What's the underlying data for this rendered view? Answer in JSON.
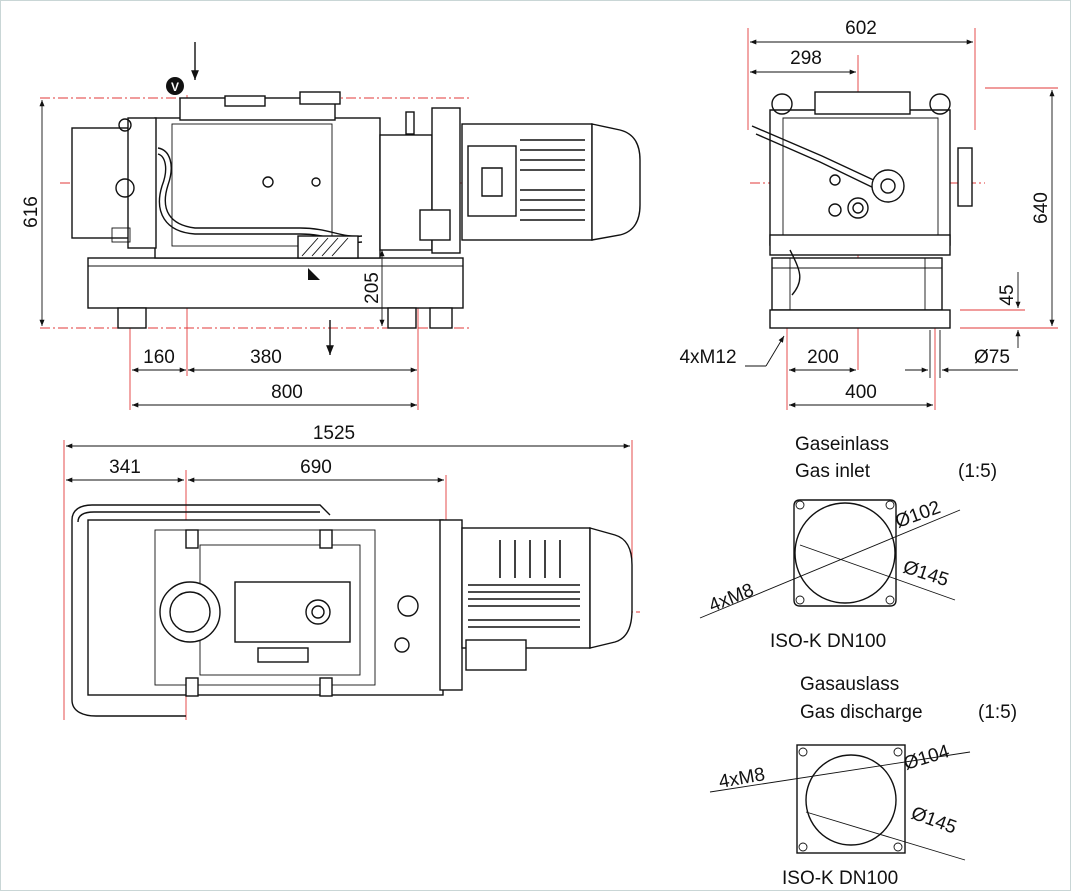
{
  "dimensions": {
    "side": {
      "height_616": "616",
      "height_205": "205",
      "d160": "160",
      "d380": "380",
      "d800": "800"
    },
    "end": {
      "width_602": "602",
      "d298": "298",
      "height_640": "640",
      "d45": "45",
      "d200": "200",
      "d400": "400",
      "foot_dia": "Ø75",
      "bolt": "4xM12"
    },
    "top": {
      "length_1525": "1525",
      "d341": "341",
      "d690": "690"
    }
  },
  "inlet": {
    "title_de": "Gaseinlass",
    "title_en": "Gas inlet",
    "scale": "(1:5)",
    "dia_inner": "Ø102",
    "dia_outer": "Ø145",
    "bolts": "4xM8",
    "flange": "ISO-K  DN100"
  },
  "discharge": {
    "title_de": "Gasauslass",
    "title_en": "Gas discharge",
    "scale": "(1:5)",
    "dia_inner": "Ø104",
    "dia_outer": "Ø145",
    "bolts": "4xM8",
    "flange": "ISO-K  DN100"
  },
  "markers": {
    "vacuum_symbol": "V"
  },
  "colors": {
    "line": "#111111",
    "center_line": "#e23a3a",
    "frame": "#c9d6d6"
  }
}
